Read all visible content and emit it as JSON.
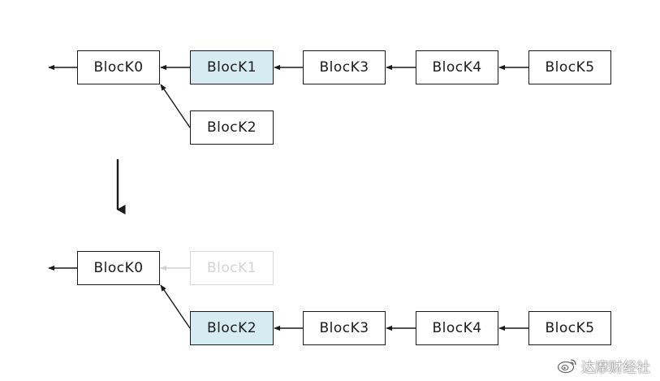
{
  "top_chain": {
    "block0": "BlocK0",
    "block1": "BlocK1",
    "block2": "BlocK2",
    "block3": "BlocK3",
    "block4": "BlocK4",
    "block5": "BlocK5"
  },
  "bottom_chain": {
    "block0": "BlocK0",
    "block1": "BlocK1",
    "block2": "BlocK2",
    "block3": "BlocK3",
    "block4": "BlocK4",
    "block5": "BlocK5"
  },
  "colors": {
    "highlight": "#d7ebf3",
    "faded": "#d8d8d8",
    "stroke": "#1a1a1a"
  },
  "watermark": {
    "text": "达摩财经社",
    "icon": "weibo-icon"
  }
}
